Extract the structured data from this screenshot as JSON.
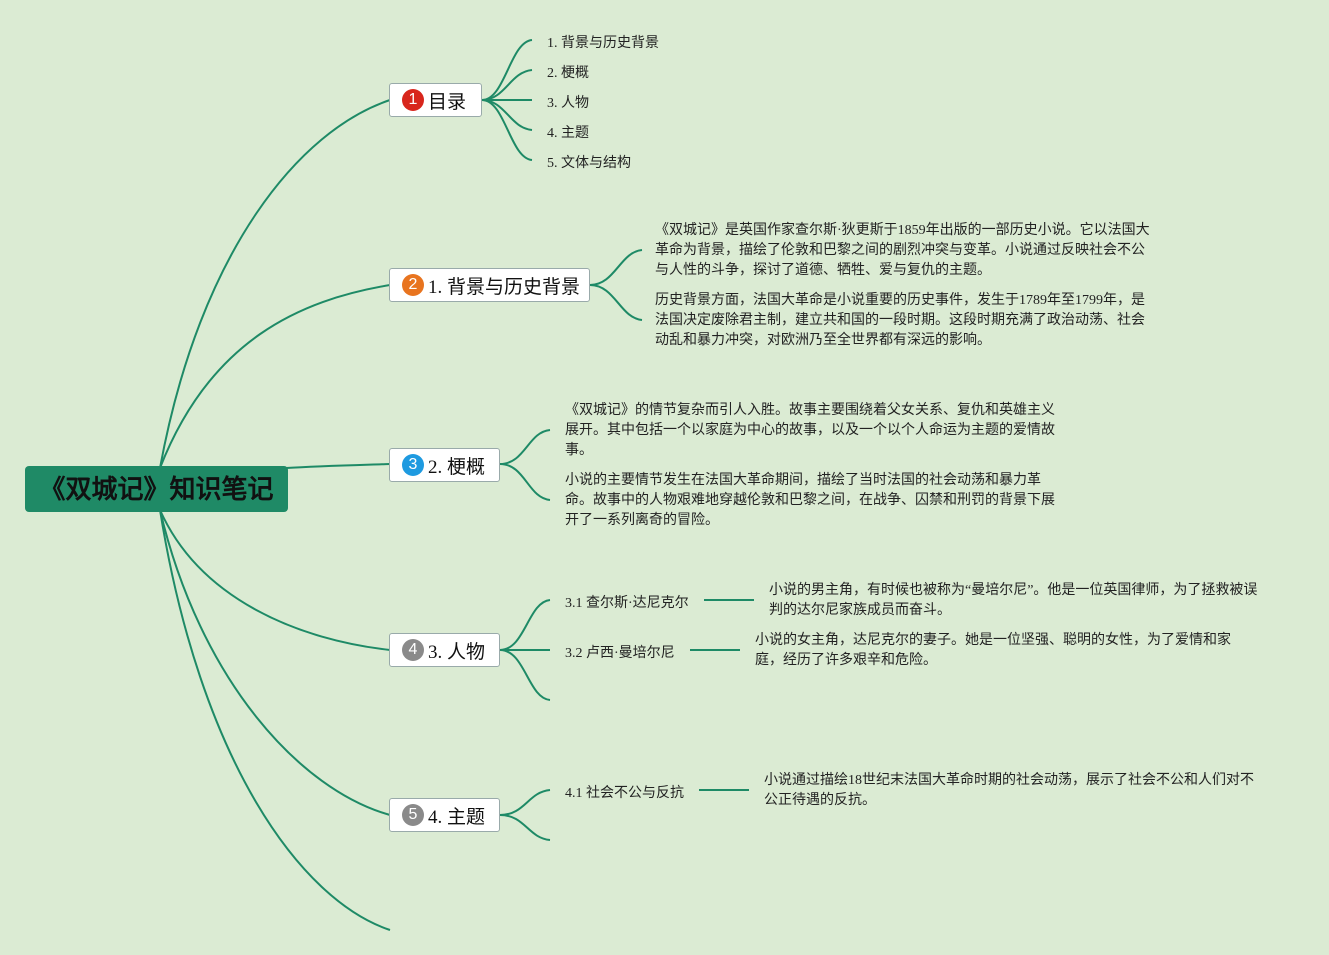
{
  "title": "《双城记》知识笔记",
  "branches": [
    {
      "badge": "1",
      "badge_color": "#d8261c",
      "label": "目录"
    },
    {
      "badge": "2",
      "badge_color": "#e8741f",
      "label": "1. 背景与历史背景"
    },
    {
      "badge": "3",
      "badge_color": "#1e9ae0",
      "label": "2. 梗概"
    },
    {
      "badge": "4",
      "badge_color": "#8a8a8a",
      "label": "3. 人物"
    },
    {
      "badge": "5",
      "badge_color": "#8a8a8a",
      "label": "4. 主题"
    }
  ],
  "toc": [
    "1. 背景与历史背景",
    "2. 梗概",
    "3. 人物",
    "4. 主题",
    "5. 文体与结构"
  ],
  "background": [
    "《双城记》是英国作家查尔斯·狄更斯于1859年出版的一部历史小说。它以法国大革命为背景，描绘了伦敦和巴黎之间的剧烈冲突与变革。小说通过反映社会不公与人性的斗争，探讨了道德、牺牲、爱与复仇的主题。",
    "历史背景方面，法国大革命是小说重要的历史事件，发生于1789年至1799年，是法国决定废除君主制，建立共和国的一段时期。这段时期充满了政治动荡、社会动乱和暴力冲突，对欧洲乃至全世界都有深远的影响。"
  ],
  "synopsis": [
    "《双城记》的情节复杂而引人入胜。故事主要围绕着父女关系、复仇和英雄主义展开。其中包括一个以家庭为中心的故事，以及一个以个人命运为主题的爱情故事。",
    "小说的主要情节发生在法国大革命期间，描绘了当时法国的社会动荡和暴力革命。故事中的人物艰难地穿越伦敦和巴黎之间，在战争、囚禁和刑罚的背景下展开了一系列离奇的冒险。"
  ],
  "characters": [
    {
      "name": "3.1 查尔斯·达尼克尔",
      "desc": "小说的男主角，有时候也被称为“曼培尔尼”。他是一位英国律师，为了拯救被误判的达尔尼家族成员而奋斗。"
    },
    {
      "name": "3.2 卢西·曼培尔尼",
      "desc": "小说的女主角，达尼克尔的妻子。她是一位坚强、聪明的女性，为了爱情和家庭，经历了许多艰辛和危险。"
    }
  ],
  "themes": [
    {
      "name": "4.1 社会不公与反抗",
      "desc": "小说通过描绘18世纪末法国大革命时期的社会动荡，展示了社会不公和人们对不公正待遇的反抗。"
    }
  ]
}
